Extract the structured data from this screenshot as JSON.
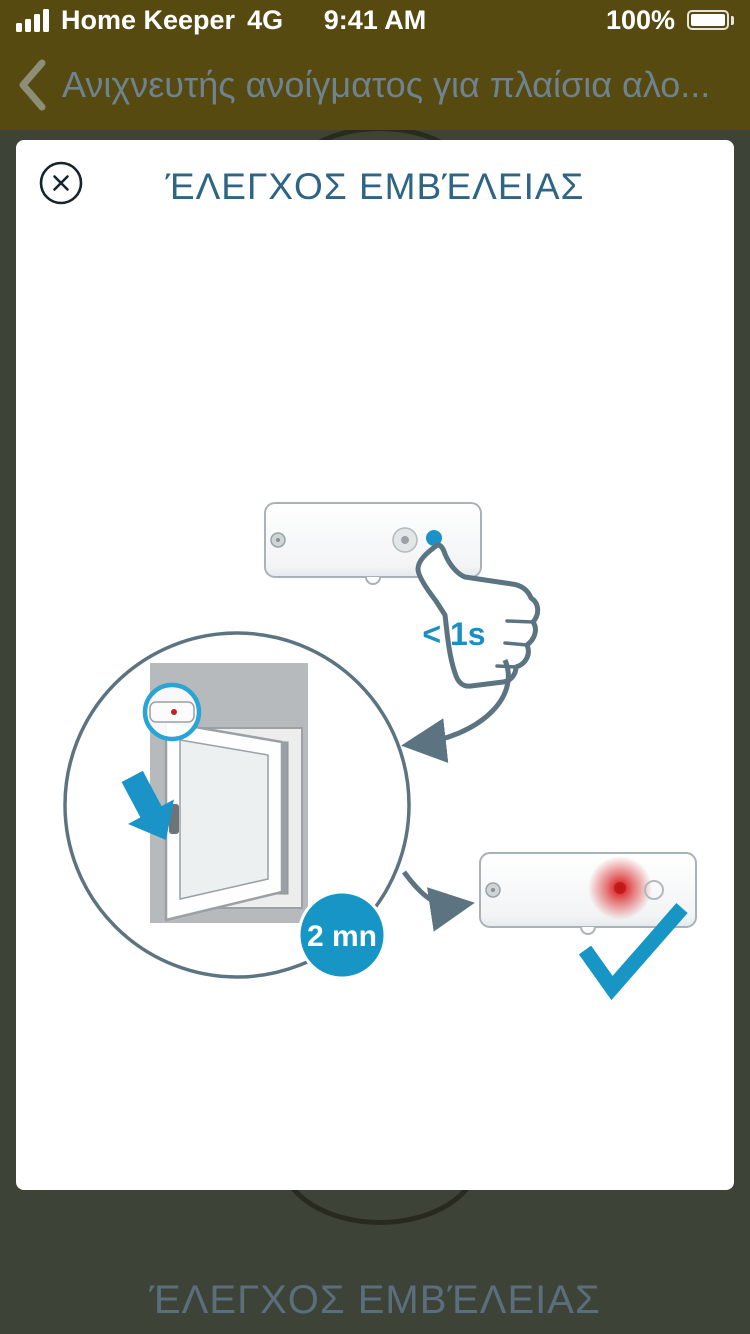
{
  "status_bar": {
    "carrier": "Home Keeper",
    "network": "4G",
    "time": "9:41 AM",
    "battery_percent": "100%"
  },
  "nav_bar": {
    "title": "Ανιχνευτής ανοίγματος για πλαίσια αλο..."
  },
  "modal": {
    "title": "ΈΛΕΓΧΟΣ ΕΜΒΈΛΕΙΑΣ"
  },
  "illustration": {
    "press_label": "< 1s",
    "wait_label": "2 mn"
  },
  "background_page": {
    "dimmed_title": "ΈΛΕΓΧΟΣ ΕΜΒΈΛΕΙΑΣ"
  },
  "icons": {
    "close": "circled-x",
    "back": "chevron-left",
    "signal": "cellular-bars",
    "battery": "battery-full",
    "press": "pointing-hand",
    "success": "checkmark"
  },
  "colors": {
    "accent_blue": "#1795c5",
    "title_blue": "#2e6484",
    "outline_gray": "#5c7482",
    "header_olive": "#564a11",
    "led_red": "#d40000"
  }
}
